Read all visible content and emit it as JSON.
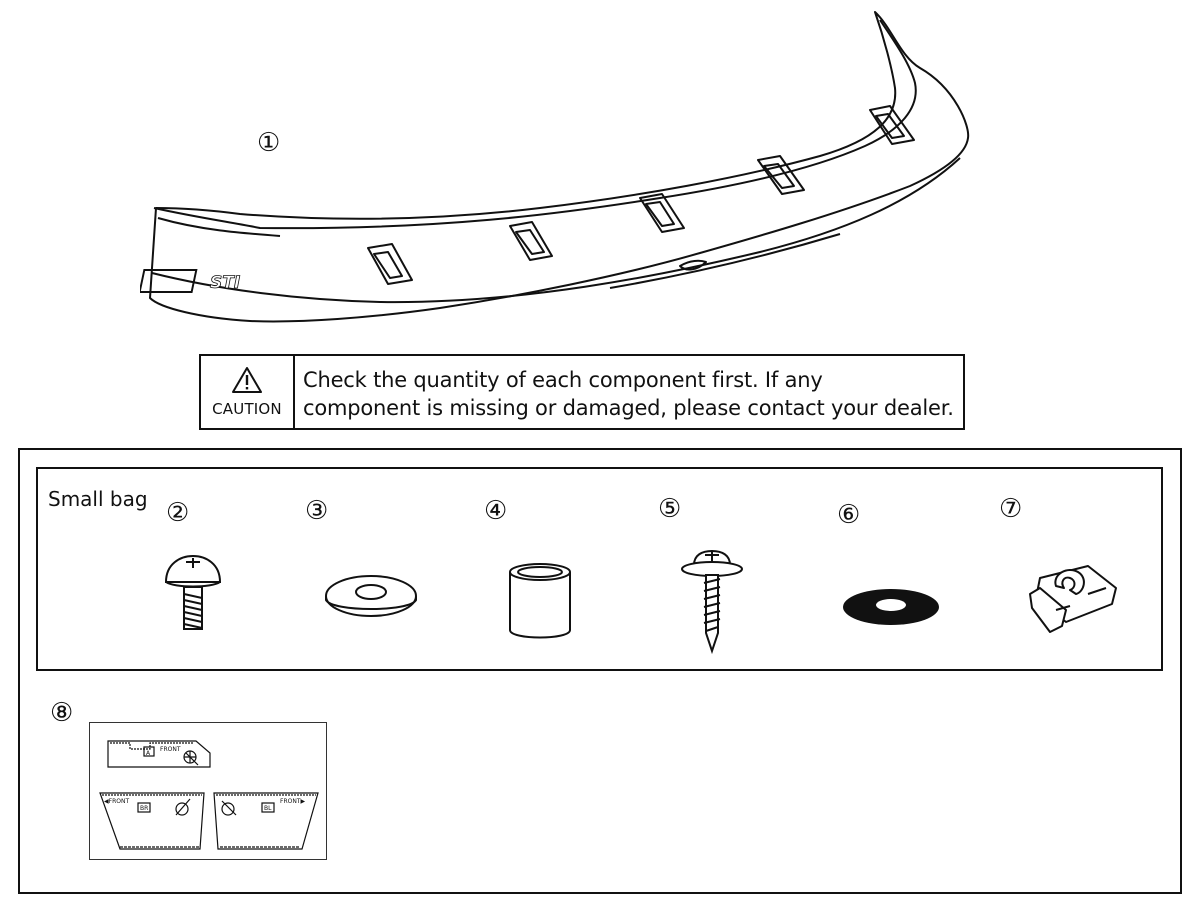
{
  "callouts": {
    "n1": "①",
    "n2": "②",
    "n3": "③",
    "n4": "④",
    "n5": "⑤",
    "n6": "⑥",
    "n7": "⑦",
    "n8": "⑧"
  },
  "spoiler": {
    "logo_text": "STI"
  },
  "caution": {
    "label": "CAUTION",
    "line1": "Check the quantity of each component first. If any",
    "line2": "component is missing or damaged, please contact your dealer."
  },
  "small_bag": {
    "label": "Small bag"
  },
  "decals": {
    "top_tag": "A",
    "top_front": "FRONT",
    "left_front": "◀FRONT",
    "left_tag": "BR",
    "right_tag": "BL",
    "right_front": "FRONT▶"
  },
  "icons": {
    "caution": "warning-triangle-icon"
  }
}
